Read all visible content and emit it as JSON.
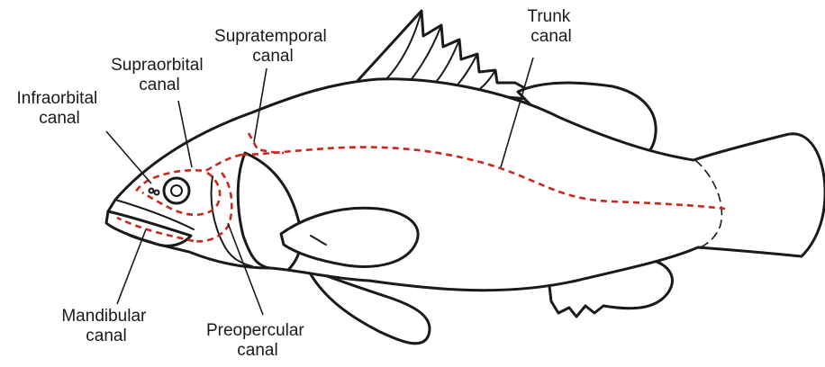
{
  "labels": {
    "supratemporal": [
      "Supratemporal",
      "canal"
    ],
    "trunk": [
      "Trunk",
      "canal"
    ],
    "supraorbital": [
      "Supraorbital",
      "canal"
    ],
    "infraorbital": [
      "Infraorbital",
      "canal"
    ],
    "mandibular": [
      "Mandibular",
      "canal"
    ],
    "preopercular": [
      "Preopercular",
      "canal"
    ]
  },
  "colors": {
    "outline": "#1a1a1a",
    "canal": "#c8281e",
    "background": "#ffffff"
  }
}
